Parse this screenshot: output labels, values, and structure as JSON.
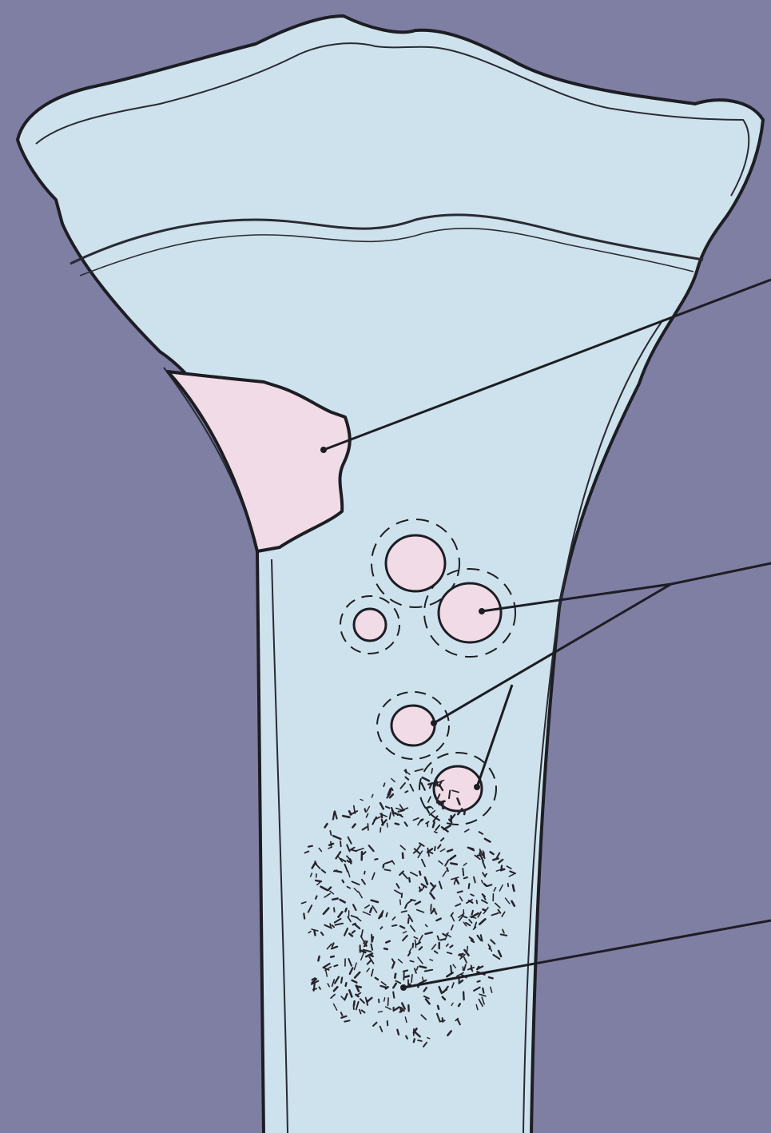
{
  "diagram": {
    "colors": {
      "background": "#7f7ea3",
      "bone": "#cde2ec",
      "bone_outline": "#1d1d24",
      "lesion_fill": "#f1dbe6",
      "stipple": "#26222c"
    },
    "structures": [
      "bone",
      "epiphysis",
      "metaphysis",
      "diaphysis",
      "cortex"
    ],
    "lesions": [
      {
        "type": "geographic lesion",
        "count": 1
      },
      {
        "type": "punched-out lesion with concentric rims",
        "count": 5
      },
      {
        "type": "permeative stippled area",
        "count": 1
      }
    ],
    "leader_lines": 3,
    "labels": []
  }
}
